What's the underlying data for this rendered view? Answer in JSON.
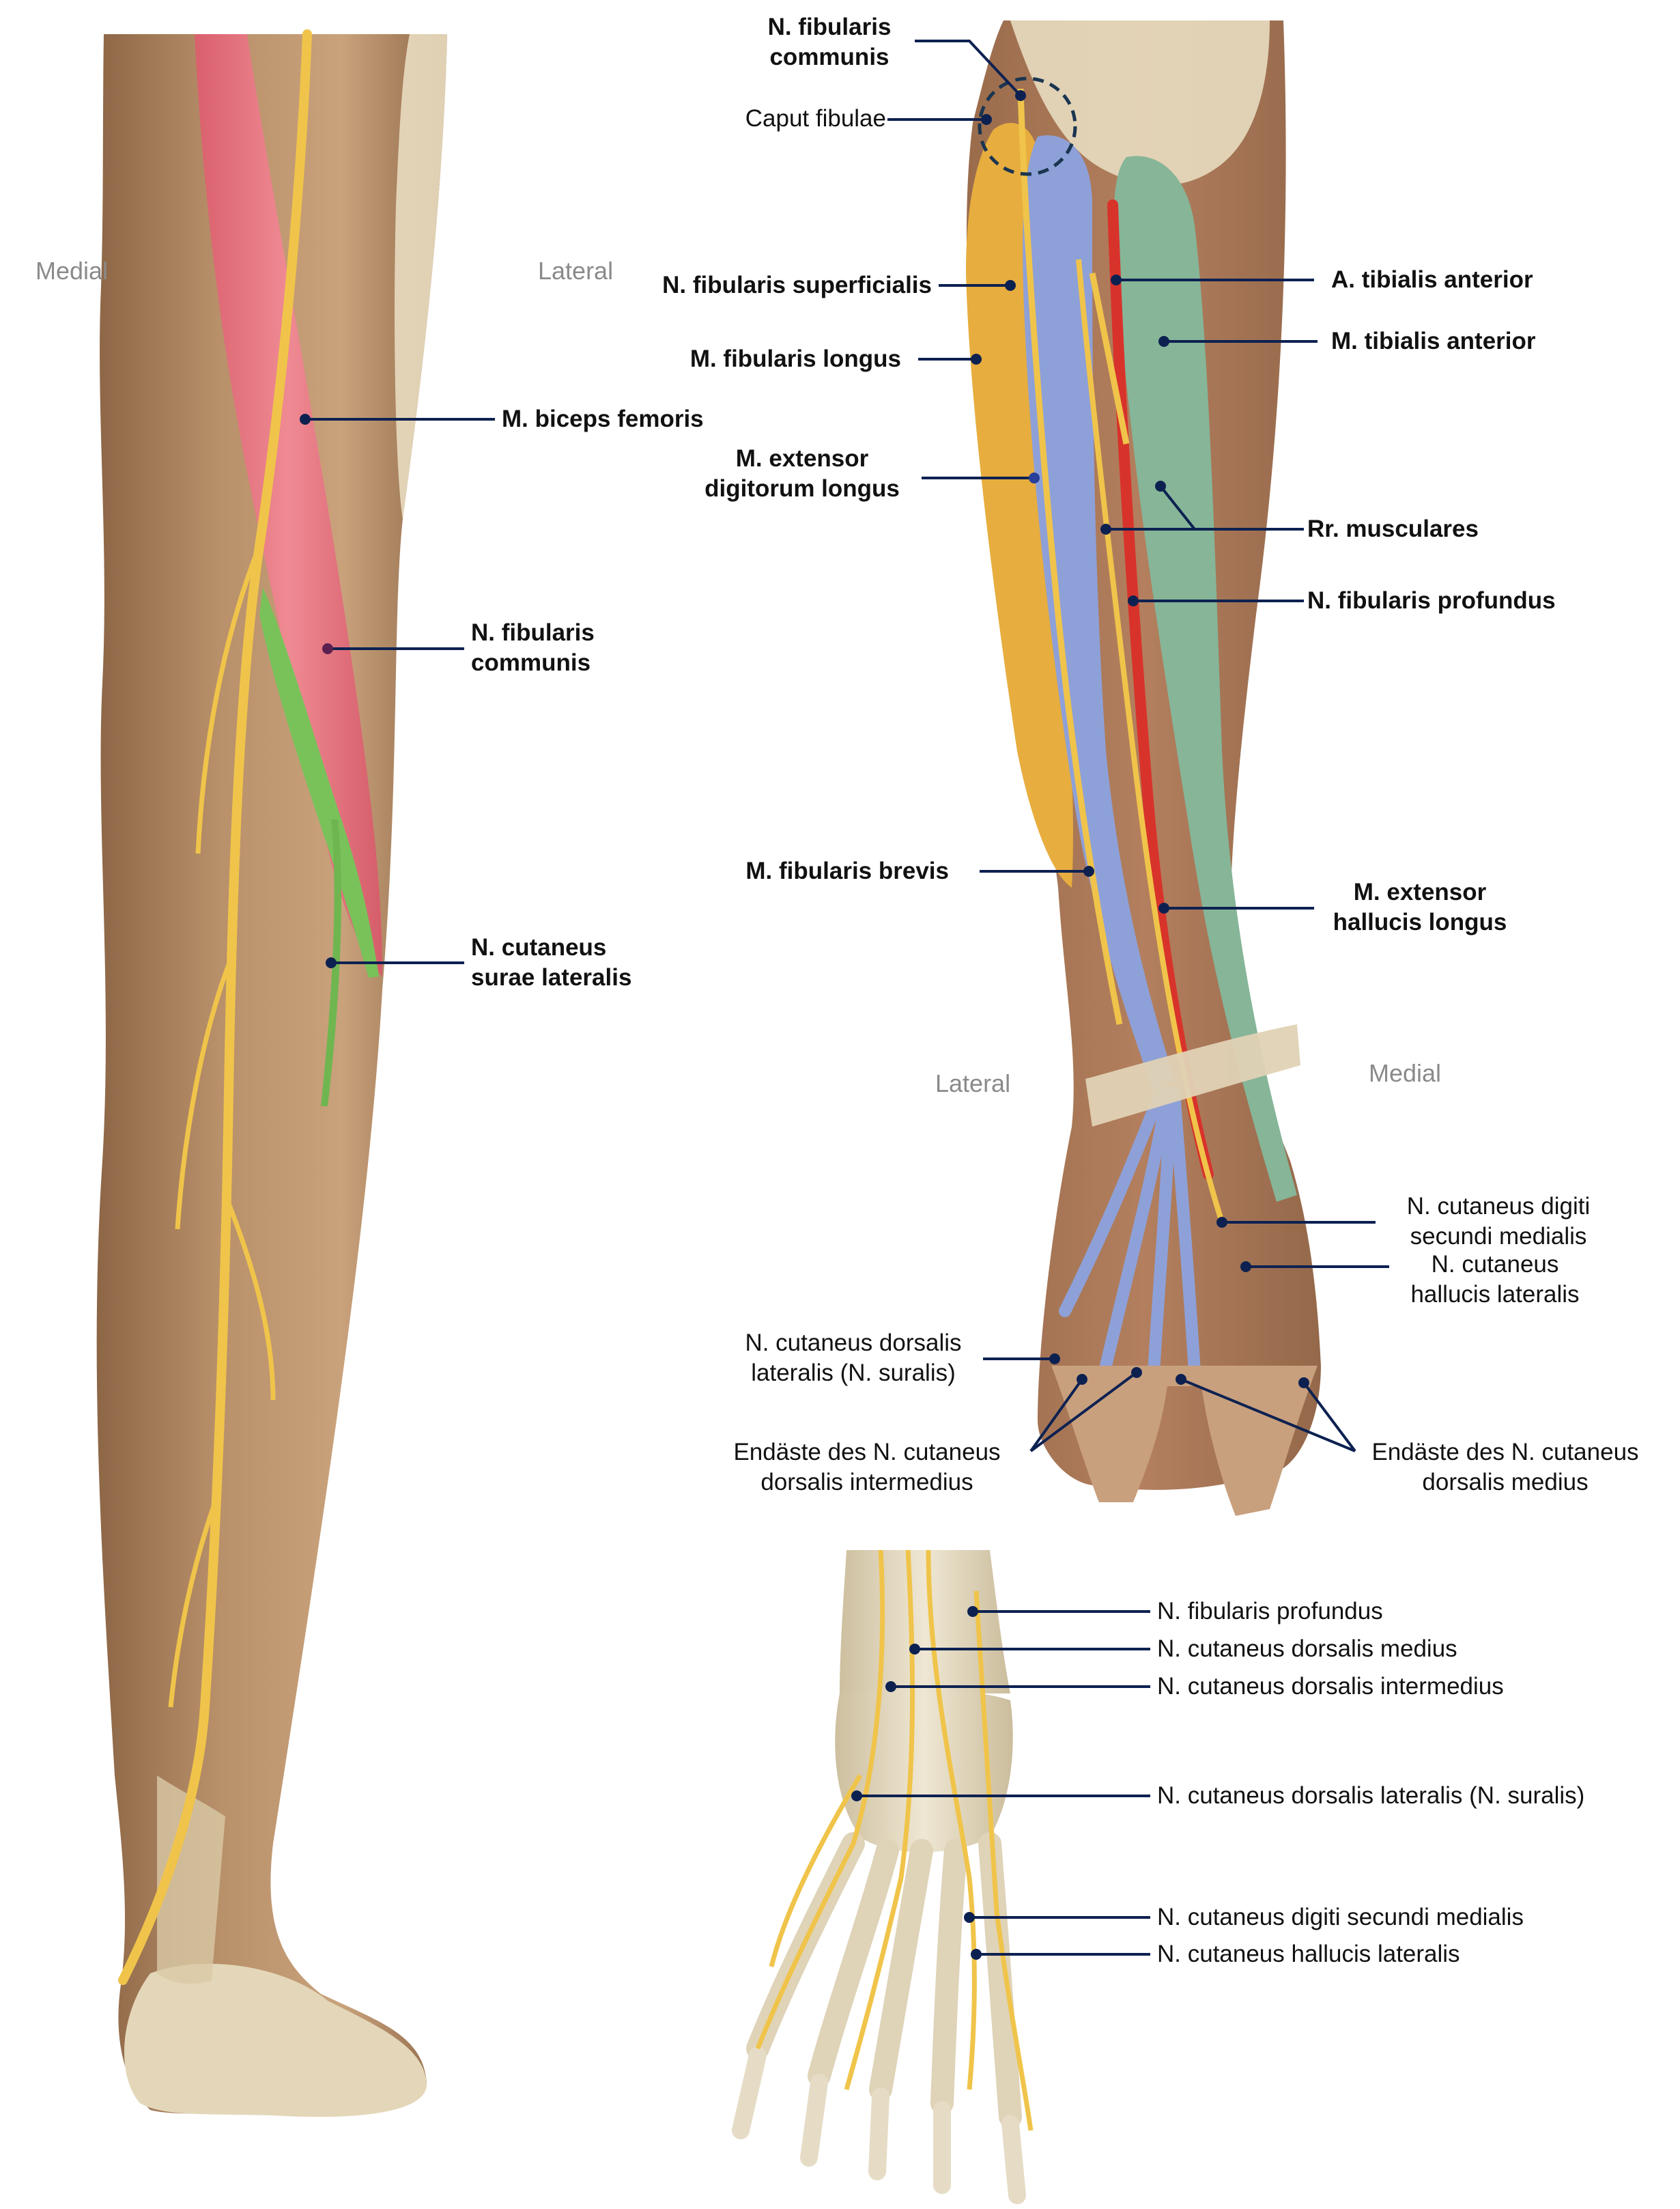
{
  "orientation": {
    "posterior_medial": "Medial",
    "posterior_lateral": "Lateral",
    "anterior_lateral": "Lateral",
    "anterior_medial": "Medial"
  },
  "posterior_labels": {
    "biceps": "M. biceps femoris",
    "fibularis_communis": [
      "N. fibularis",
      "communis"
    ],
    "cutaneus_surae": [
      "N. cutaneus",
      "surae lateralis"
    ]
  },
  "anterior_labels": {
    "fibularis_communis": [
      "N. fibularis",
      "communis"
    ],
    "caput_fibulae": "Caput fibulae",
    "fibularis_superficialis": "N. fibularis superficialis",
    "fibularis_longus": "M. fibularis longus",
    "extensor_digitorum": [
      "M. extensor",
      "digitorum longus"
    ],
    "fibularis_brevis": "M. fibularis brevis",
    "tibialis_artery": "A. tibialis anterior",
    "tibialis_muscle": "M. tibialis anterior",
    "rr_musculares": "Rr. musculares",
    "fibularis_profundus": "N. fibularis profundus",
    "extensor_hallucis": [
      "M. extensor",
      "hallucis longus"
    ],
    "digiti_secundi": [
      "N. cutaneus digiti",
      "secundi medialis"
    ],
    "hallucis_lateralis": [
      "N. cutaneus",
      "hallucis lateralis"
    ],
    "dorsalis_lateralis": [
      "N. cutaneus dorsalis",
      "lateralis (N. suralis)"
    ],
    "endaeste_intermedius": [
      "Endäste des N. cutaneus",
      "dorsalis intermedius"
    ],
    "endaeste_medius": [
      "Endäste des N. cutaneus",
      "dorsalis medius"
    ]
  },
  "foot_labels": {
    "fibularis_profundus": "N. fibularis profundus",
    "dorsalis_medius": "N. cutaneus dorsalis medius",
    "dorsalis_intermedius": "N. cutaneus dorsalis intermedius",
    "dorsalis_lateralis": "N. cutaneus dorsalis lateralis (N. suralis)",
    "digiti_secundi": "N. cutaneus digiti secundi medialis",
    "hallucis_lateralis": "N. cutaneus hallucis lateralis"
  },
  "colors": {
    "leader": "#0d2151",
    "nerve": "#f0c44a",
    "biceps": "#e97983",
    "fibularis_communis_nerve": "#79c25a",
    "extensor_digitorum": "#8ea0d8",
    "fibularis_longus": "#e7ad3e",
    "tibialis_muscle": "#86b598",
    "artery": "#d8332b",
    "skin_muscle": "#b8906a",
    "bone": "#e6dcc6"
  }
}
